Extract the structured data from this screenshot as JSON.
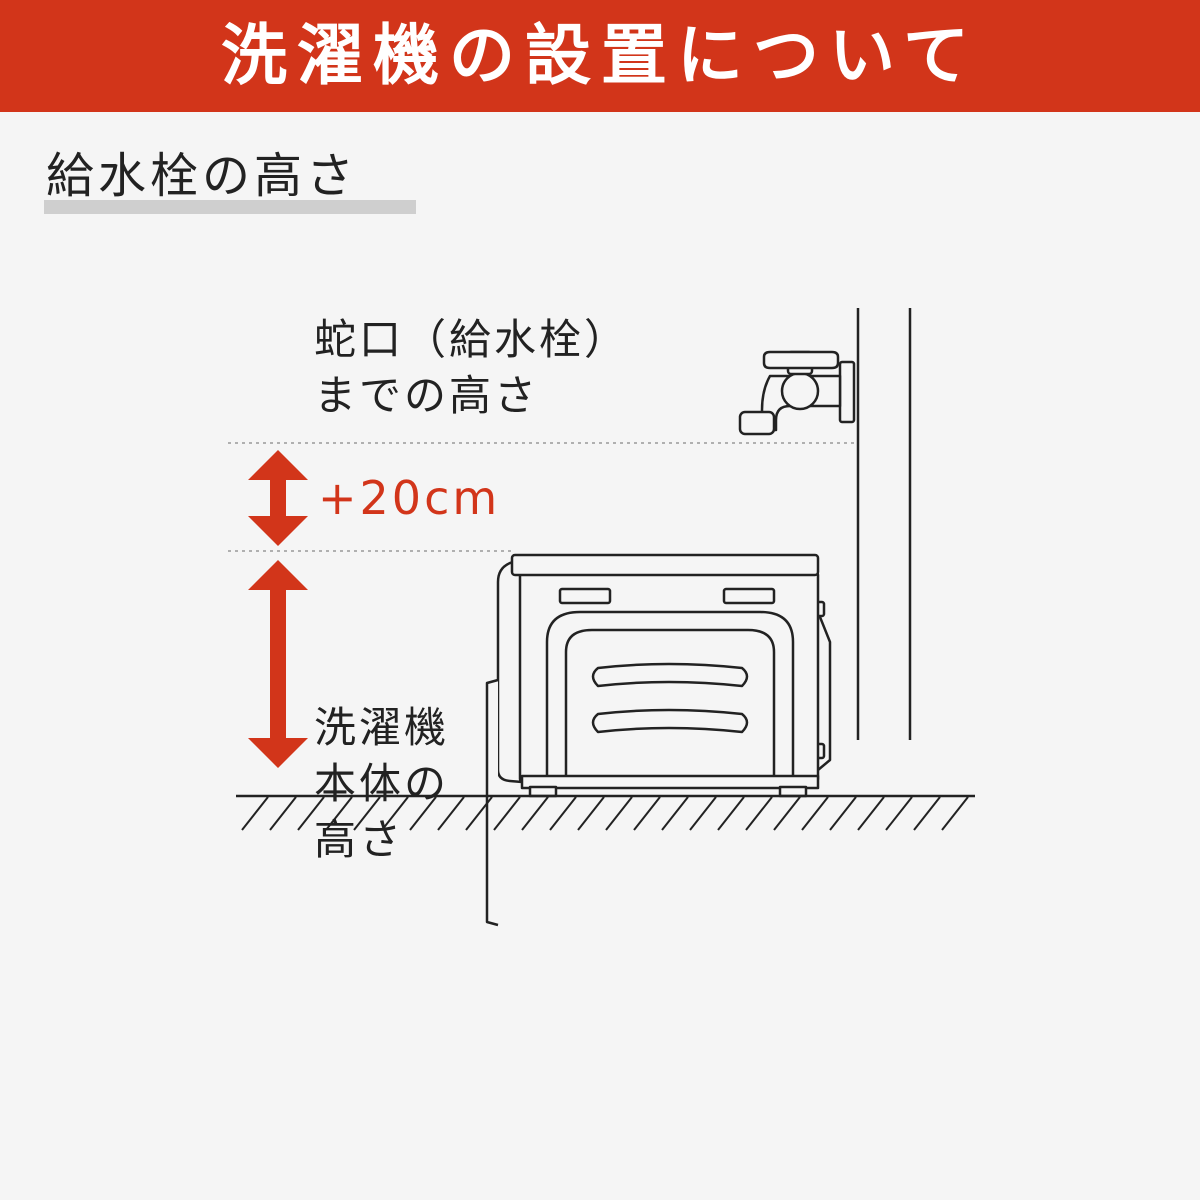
{
  "header": {
    "title": "洗濯機の設置について"
  },
  "section": {
    "heading": "給水栓の高さ"
  },
  "labels": {
    "faucet_height_line1": "蛇口（給水栓）",
    "faucet_height_line2": "までの高さ",
    "offset": "+20cm",
    "body_height_line1": "洗濯機",
    "body_height_line2": "本体の",
    "body_height_line3": "高さ"
  },
  "colors": {
    "accent": "#d2351a",
    "line": "#222222",
    "background": "#f5f5f5"
  },
  "icons": [
    "faucet-icon",
    "washing-machine-icon",
    "double-arrow-icon"
  ]
}
